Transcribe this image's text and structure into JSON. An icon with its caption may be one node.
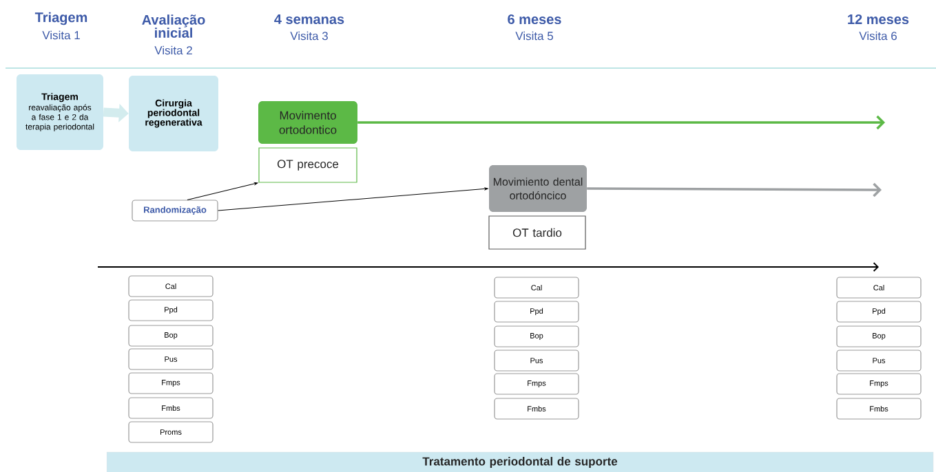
{
  "diagram": {
    "nodes": [
      {
        "text": [
          "Triagem",
          "reavaliação após a fase 1 e 2 da terapia periodontal"
        ]
      },
      {
        "text": [
          "Cirurgia periodontal regenerativa"
        ]
      },
      {
        "text": [
          "Movimento ortodontico"
        ]
      },
      {
        "text": [
          "OT precoce"
        ]
      },
      {
        "text": [
          "Randomização"
        ]
      },
      {
        "text": [
          "Movimiento dental ortodóncico"
        ]
      },
      {
        "text": [
          "OT tardio"
        ]
      },
      {
        "text": [
          "Cal"
        ]
      },
      {
        "text": [
          "Ppd"
        ]
      },
      {
        "text": [
          "Bop"
        ]
      },
      {
        "text": [
          "Pus"
        ]
      },
      {
        "text": [
          "Fmps"
        ]
      },
      {
        "text": [
          "Fmbs"
        ]
      },
      {
        "text": [
          "Proms"
        ]
      },
      {
        "text": [
          "Cal"
        ]
      },
      {
        "text": [
          "Ppd"
        ]
      },
      {
        "text": [
          "Bop"
        ]
      },
      {
        "text": [
          "Pus"
        ]
      },
      {
        "text": [
          "Fmps"
        ]
      },
      {
        "text": [
          "Fmbs"
        ]
      },
      {
        "text": [
          "Cal"
        ]
      },
      {
        "text": [
          "Ppd"
        ]
      },
      {
        "text": [
          "Bop"
        ]
      },
      {
        "text": [
          "Pus"
        ]
      },
      {
        "text": [
          "Fmps"
        ]
      },
      {
        "text": [
          "Fmbs"
        ]
      },
      {
        "text": [
          "Tratamento periodontal de suporte"
        ]
      }
    ],
    "edges": [
      {
        "from": 0,
        "to": 1,
        "arrow": "to",
        "style": "thick",
        "color": "#d3ecee"
      },
      {
        "from": 4,
        "to": 3,
        "arrow": "to"
      },
      {
        "from": 4,
        "to": 5,
        "arrow": "to"
      },
      {
        "from": 2,
        "to": null,
        "arrow": "to",
        "color": "#5cb946"
      },
      {
        "from": 5,
        "to": null,
        "arrow": "to",
        "color": "#9ea1a3"
      }
    ],
    "labels": [
      "Triagem",
      "Visita 1",
      "Avaliação inicial",
      "Visita 2",
      "4 semanas",
      "Visita 3",
      "6 meses",
      "Visita 5",
      "12 meses",
      "Visita 6"
    ]
  }
}
